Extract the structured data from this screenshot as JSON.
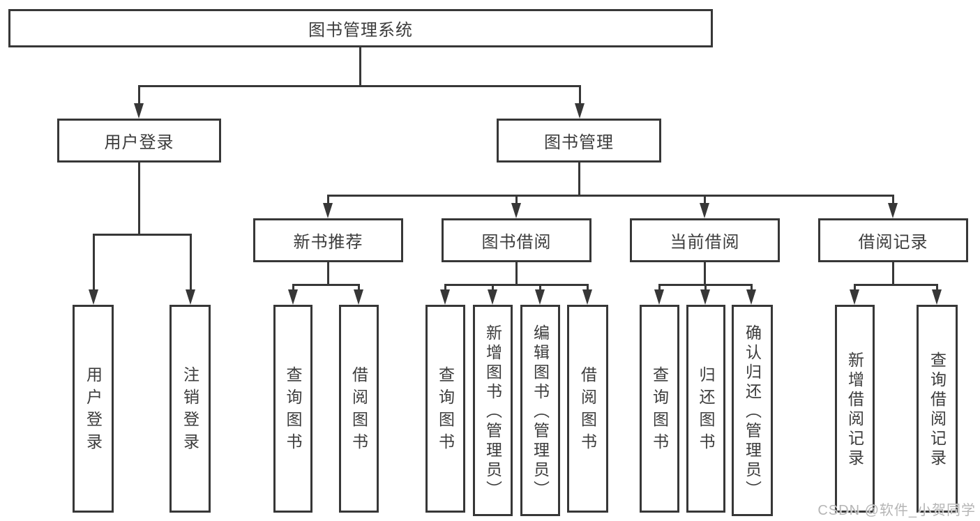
{
  "root": {
    "label": "图书管理系统"
  },
  "level2": {
    "user_login": {
      "label": "用户登录"
    },
    "book_management": {
      "label": "图书管理"
    }
  },
  "level3": {
    "new_book_recommend": {
      "label": "新书推荐"
    },
    "book_borrowing": {
      "label": "图书借阅"
    },
    "current_borrowing": {
      "label": "当前借阅"
    },
    "borrowing_records": {
      "label": "借阅记录"
    }
  },
  "leaves": {
    "user_login": {
      "label": "用户登录"
    },
    "logout": {
      "label": "注销登录"
    },
    "query_books_recommend": {
      "label": "查询图书"
    },
    "borrow_books_recommend": {
      "label": "借阅图书"
    },
    "query_books_borrow": {
      "label": "查询图书"
    },
    "add_books_admin": {
      "label": "新增图书（管理员）"
    },
    "edit_books_admin": {
      "label": "编辑图书（管理员）"
    },
    "borrow_books": {
      "label": "借阅图书"
    },
    "query_books_current": {
      "label": "查询图书"
    },
    "return_books": {
      "label": "归还图书"
    },
    "confirm_return_admin": {
      "label": "确认归还（管理员）"
    },
    "add_borrow_record": {
      "label": "新增借阅记录"
    },
    "query_borrow_record": {
      "label": "查询借阅记录"
    }
  },
  "watermark": {
    "text": "CSDN @软件_小贺同学"
  },
  "colors": {
    "line": "#373737",
    "text": "#3c3c3c",
    "watermark": "#b5b5b5",
    "background": "#ffffff"
  }
}
